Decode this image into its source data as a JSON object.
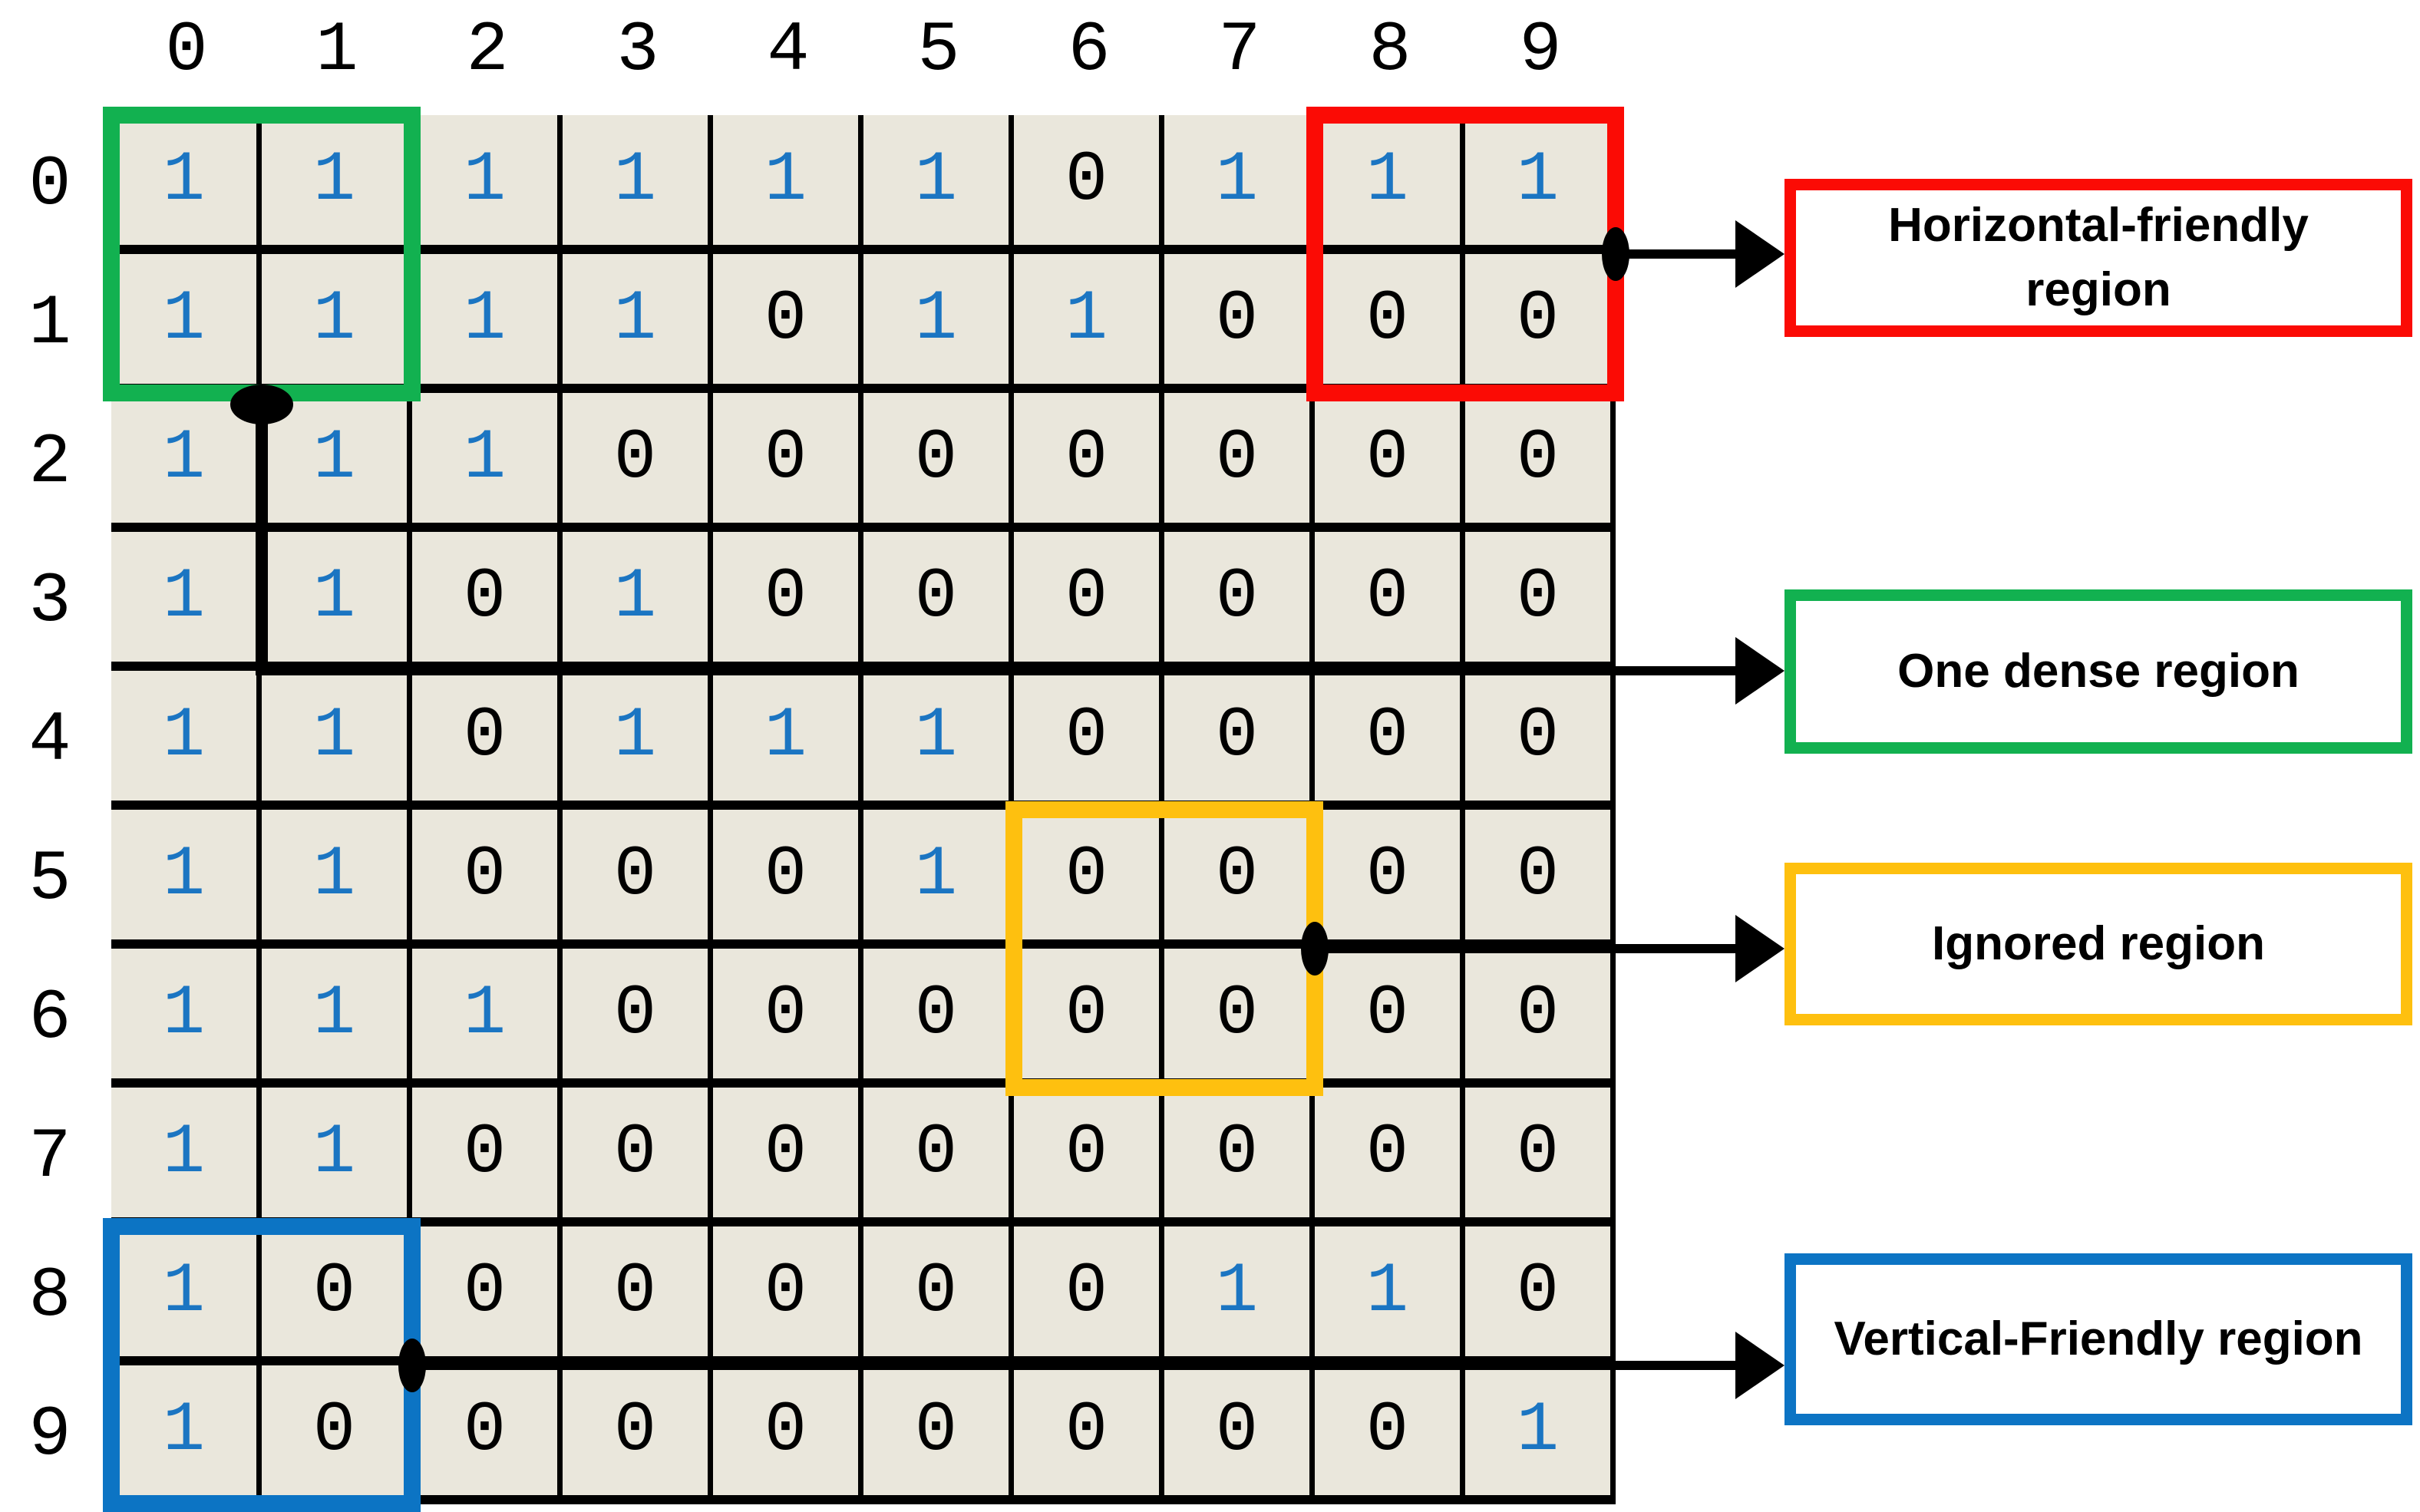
{
  "grid": {
    "column_headers": [
      "0",
      "1",
      "2",
      "3",
      "4",
      "5",
      "6",
      "7",
      "8",
      "9"
    ],
    "row_headers": [
      "0",
      "1",
      "2",
      "3",
      "4",
      "5",
      "6",
      "7",
      "8",
      "9"
    ],
    "cells": [
      [
        1,
        1,
        1,
        1,
        1,
        1,
        0,
        1,
        1,
        1
      ],
      [
        1,
        1,
        1,
        1,
        0,
        1,
        1,
        0,
        0,
        0
      ],
      [
        1,
        1,
        1,
        0,
        0,
        0,
        0,
        0,
        0,
        0
      ],
      [
        1,
        1,
        0,
        1,
        0,
        0,
        0,
        0,
        0,
        0
      ],
      [
        1,
        1,
        0,
        1,
        1,
        1,
        0,
        0,
        0,
        0
      ],
      [
        1,
        1,
        0,
        0,
        0,
        1,
        0,
        0,
        0,
        0
      ],
      [
        1,
        1,
        1,
        0,
        0,
        0,
        0,
        0,
        0,
        0
      ],
      [
        1,
        1,
        0,
        0,
        0,
        0,
        0,
        0,
        0,
        0
      ],
      [
        1,
        0,
        0,
        0,
        0,
        0,
        0,
        1,
        1,
        0
      ],
      [
        1,
        0,
        0,
        0,
        0,
        0,
        0,
        0,
        0,
        1
      ]
    ]
  },
  "regions": [
    {
      "id": "horizontal",
      "label": "Horizontal-friendly region",
      "color": "#FB0B05",
      "rows": "0-1",
      "cols": "8-9"
    },
    {
      "id": "dense",
      "label": "One dense region",
      "color": "#12B150",
      "rows": "0-1",
      "cols": "0-1"
    },
    {
      "id": "ignored",
      "label": "Ignored region",
      "color": "#FEC00F",
      "rows": "5-6",
      "cols": "6-7"
    },
    {
      "id": "vertical",
      "label": "Vertical-Friendly region",
      "color": "#0C74C4",
      "rows": "8-9",
      "cols": "0-1"
    }
  ],
  "colors": {
    "one_digit": "#1B75C2",
    "zero_digit": "#000000",
    "cell_background": "#EAE7DC",
    "grid_line": "#000000"
  }
}
